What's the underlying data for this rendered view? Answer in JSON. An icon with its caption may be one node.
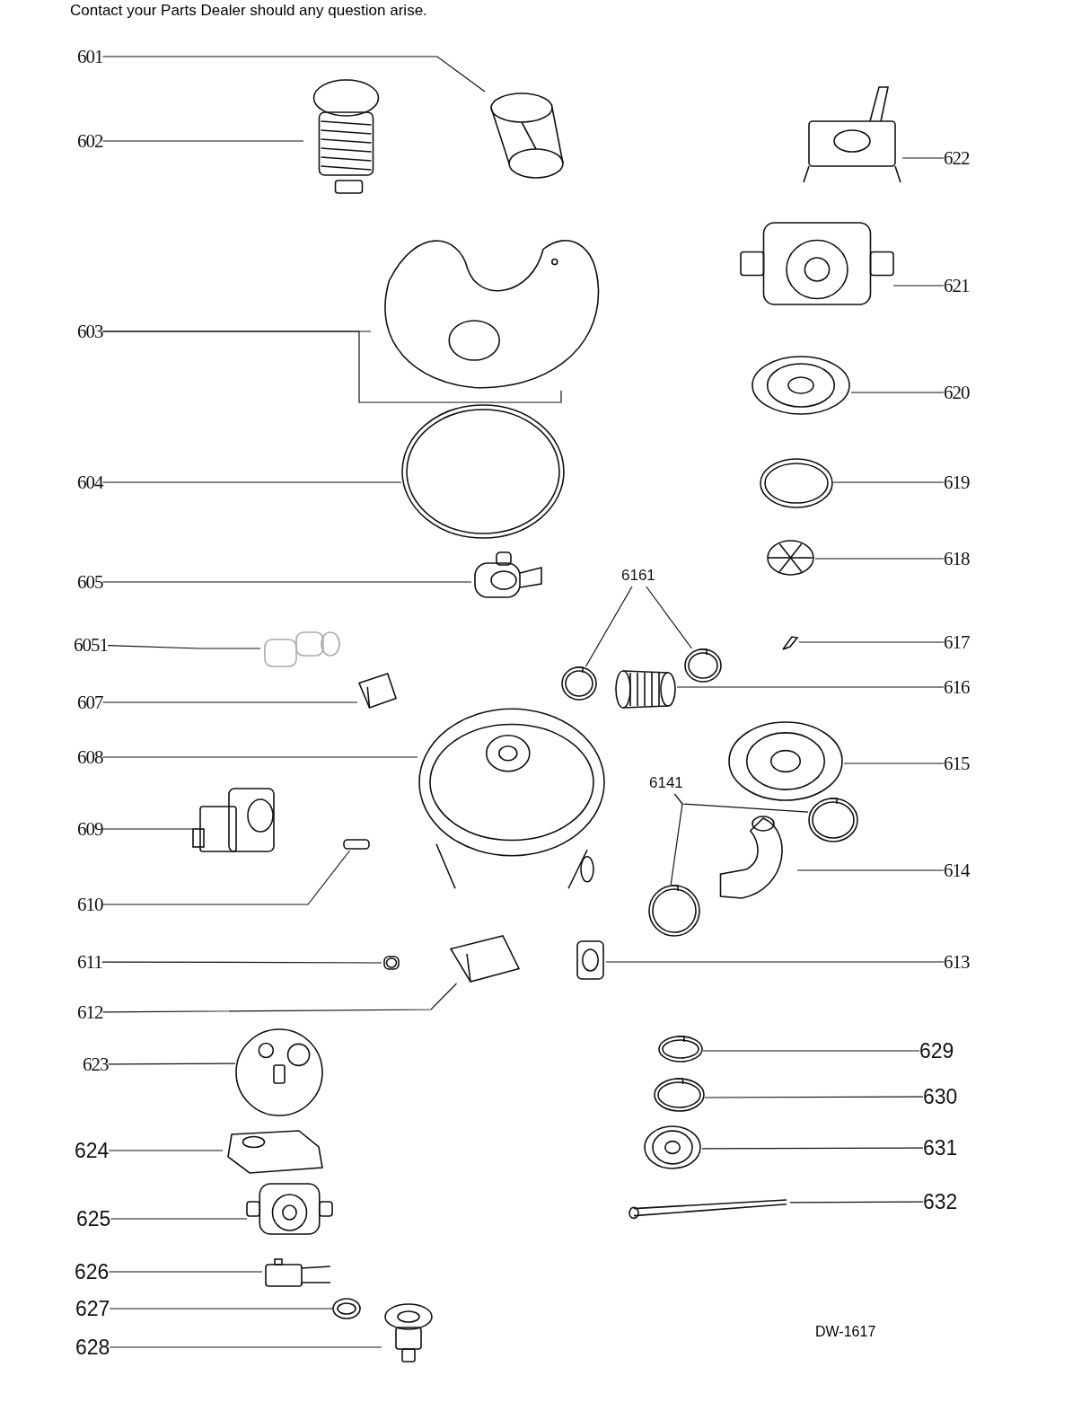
{
  "diagram": {
    "nodes": [
      {
        "text": [
          "601"
        ]
      },
      {
        "text": [],
        "shape": "picture"
      },
      {
        "text": [
          "602"
        ]
      },
      {
        "text": [],
        "shape": "picture"
      },
      {
        "text": [
          "603"
        ]
      },
      {
        "text": [],
        "shape": "picture"
      },
      {
        "text": [
          "604"
        ]
      },
      {
        "text": [],
        "shape": "picture"
      },
      {
        "text": [
          "605"
        ]
      },
      {
        "text": [],
        "shape": "picture"
      },
      {
        "text": [
          "6051"
        ]
      },
      {
        "text": [],
        "shape": "picture"
      },
      {
        "text": [
          "607"
        ]
      },
      {
        "text": [],
        "shape": "picture"
      },
      {
        "text": [
          "608"
        ]
      },
      {
        "text": [],
        "shape": "picture"
      },
      {
        "text": [
          "609"
        ]
      },
      {
        "text": [],
        "shape": "picture"
      },
      {
        "text": [
          "610"
        ]
      },
      {
        "text": [],
        "shape": "bar"
      },
      {
        "text": [
          "611"
        ]
      },
      {
        "text": [],
        "shape": "picture"
      },
      {
        "text": [
          "612"
        ]
      },
      {
        "text": [],
        "shape": "picture"
      },
      {
        "text": [
          "623"
        ]
      },
      {
        "text": [],
        "shape": "picture"
      },
      {
        "text": [
          "624"
        ]
      },
      {
        "text": [],
        "shape": "picture"
      },
      {
        "text": [
          "625"
        ]
      },
      {
        "text": [],
        "shape": "picture"
      },
      {
        "text": [
          "626"
        ]
      },
      {
        "text": [],
        "shape": "picture"
      },
      {
        "text": [
          "627"
        ]
      },
      {
        "text": [],
        "shape": "picture"
      },
      {
        "text": [
          "628"
        ]
      },
      {
        "text": [],
        "shape": "picture"
      },
      {
        "text": [
          "622"
        ]
      },
      {
        "text": [],
        "shape": "picture"
      },
      {
        "text": [
          "621"
        ]
      },
      {
        "text": [],
        "shape": "picture"
      },
      {
        "text": [
          "620"
        ]
      },
      {
        "text": [],
        "shape": "picture"
      },
      {
        "text": [
          "619"
        ]
      },
      {
        "text": [],
        "shape": "picture"
      },
      {
        "text": [
          "618"
        ]
      },
      {
        "text": [],
        "shape": "picture"
      },
      {
        "text": [
          "617"
        ]
      },
      {
        "text": [],
        "shape": "picture"
      },
      {
        "text": [
          "616"
        ]
      },
      {
        "text": [],
        "shape": "picture"
      },
      {
        "text": [
          "6161"
        ]
      },
      {
        "text": [],
        "shape": "picture"
      },
      {
        "text": [],
        "shape": "picture"
      },
      {
        "text": [
          "615"
        ]
      },
      {
        "text": [],
        "shape": "picture"
      },
      {
        "text": [
          "6141"
        ]
      },
      {
        "text": [],
        "shape": "picture"
      },
      {
        "text": [],
        "shape": "picture"
      },
      {
        "text": [
          "614"
        ]
      },
      {
        "text": [],
        "shape": "picture"
      },
      {
        "text": [
          "613"
        ]
      },
      {
        "text": [],
        "shape": "picture"
      },
      {
        "text": [
          "629"
        ]
      },
      {
        "text": [],
        "shape": "picture"
      },
      {
        "text": [
          "630"
        ]
      },
      {
        "text": [],
        "shape": "picture"
      },
      {
        "text": [
          "631"
        ]
      },
      {
        "text": [],
        "shape": "picture"
      },
      {
        "text": [
          "632"
        ]
      },
      {
        "text": [],
        "shape": "picture"
      }
    ],
    "edges": [
      {
        "from": 0,
        "to": 1,
        "arrow": "none"
      },
      {
        "from": 2,
        "to": 3,
        "arrow": "none"
      },
      {
        "from": 4,
        "to": 5,
        "arrow": "none"
      },
      {
        "from": 4,
        "to": 5,
        "arrow": "none"
      },
      {
        "from": 6,
        "to": 7,
        "arrow": "none"
      },
      {
        "from": 8,
        "to": 9,
        "arrow": "none"
      },
      {
        "from": 10,
        "to": 11,
        "arrow": "none"
      },
      {
        "from": 12,
        "to": 13,
        "arrow": "none"
      },
      {
        "from": 14,
        "to": 15,
        "arrow": "none"
      },
      {
        "from": 16,
        "to": 17,
        "arrow": "none"
      },
      {
        "from": 18,
        "to": 19,
        "arrow": "none"
      },
      {
        "from": 20,
        "to": 21,
        "arrow": "none"
      },
      {
        "from": 22,
        "to": 23,
        "arrow": "none"
      },
      {
        "from": 24,
        "to": 25,
        "arrow": "none"
      },
      {
        "from": 26,
        "to": 27,
        "arrow": "none"
      },
      {
        "from": 28,
        "to": 29,
        "arrow": "none"
      },
      {
        "from": 30,
        "to": 31,
        "arrow": "none"
      },
      {
        "from": 32,
        "to": 33,
        "arrow": "none"
      },
      {
        "from": 34,
        "to": 35,
        "arrow": "none"
      },
      {
        "from": 36,
        "to": 37,
        "arrow": "none"
      },
      {
        "from": 38,
        "to": 39,
        "arrow": "none"
      },
      {
        "from": 40,
        "to": 41,
        "arrow": "none"
      },
      {
        "from": 42,
        "to": 43,
        "arrow": "none"
      },
      {
        "from": 44,
        "to": 45,
        "arrow": "none"
      },
      {
        "from": 46,
        "to": 47,
        "arrow": "none"
      },
      {
        "from": 48,
        "to": 49,
        "arrow": "none"
      },
      {
        "from": 50,
        "to": 51,
        "arrow": "none"
      },
      {
        "from": 50,
        "to": 52,
        "arrow": "none"
      },
      {
        "from": 53,
        "to": 54,
        "arrow": "none"
      },
      {
        "from": 55,
        "to": 56,
        "arrow": "none"
      },
      {
        "from": 55,
        "to": 57,
        "arrow": "none"
      },
      {
        "from": 58,
        "to": 59,
        "arrow": "none"
      },
      {
        "from": 60,
        "to": 61,
        "arrow": "none"
      },
      {
        "from": 62,
        "to": 63,
        "arrow": "none"
      },
      {
        "from": 64,
        "to": 65,
        "arrow": "none"
      },
      {
        "from": 66,
        "to": 67,
        "arrow": "none"
      },
      {
        "from": 68,
        "to": 69,
        "arrow": "none"
      }
    ],
    "labels": [
      "Contact your Parts Dealer should any question arise.",
      "DW-1617"
    ]
  }
}
